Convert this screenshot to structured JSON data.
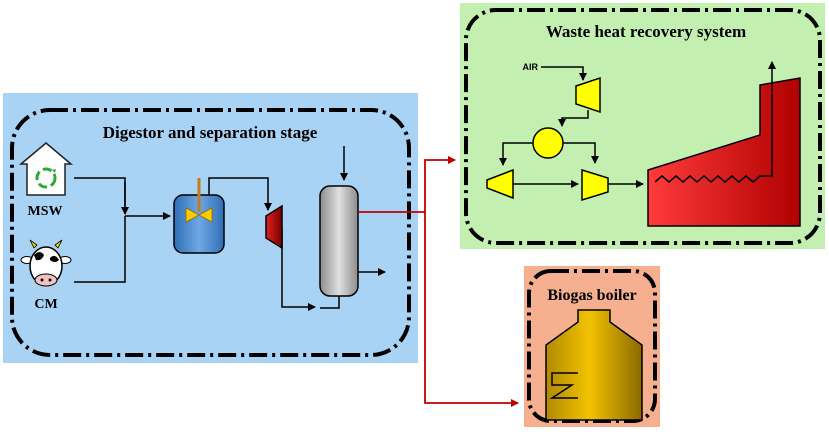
{
  "digestor": {
    "title": "Digestor and separation stage",
    "colors": {
      "panel": "#a9d3f5",
      "border": "#000000"
    },
    "inputs": [
      {
        "label": "MSW",
        "icon": "recycle-house-icon"
      },
      {
        "label": "CM",
        "icon": "cow-icon"
      }
    ],
    "units": [
      "digester-reactor",
      "compressor",
      "separation-column"
    ]
  },
  "waste_heat": {
    "title": "Waste heat recovery system",
    "air_label": "AIR",
    "colors": {
      "panel": "#c3f0b0",
      "turbine": "#ffff00",
      "hrsg": "#d61010"
    },
    "units": [
      "air-compressor",
      "combustor",
      "gas-turbine",
      "turbine",
      "heat-recovery-steam-generator",
      "stack"
    ]
  },
  "boiler": {
    "title": "Biogas boiler",
    "colors": {
      "panel": "#f6b08f",
      "body": "#c9a000"
    }
  },
  "flow_colors": {
    "process": "#000000",
    "biogas": "#c00000"
  }
}
